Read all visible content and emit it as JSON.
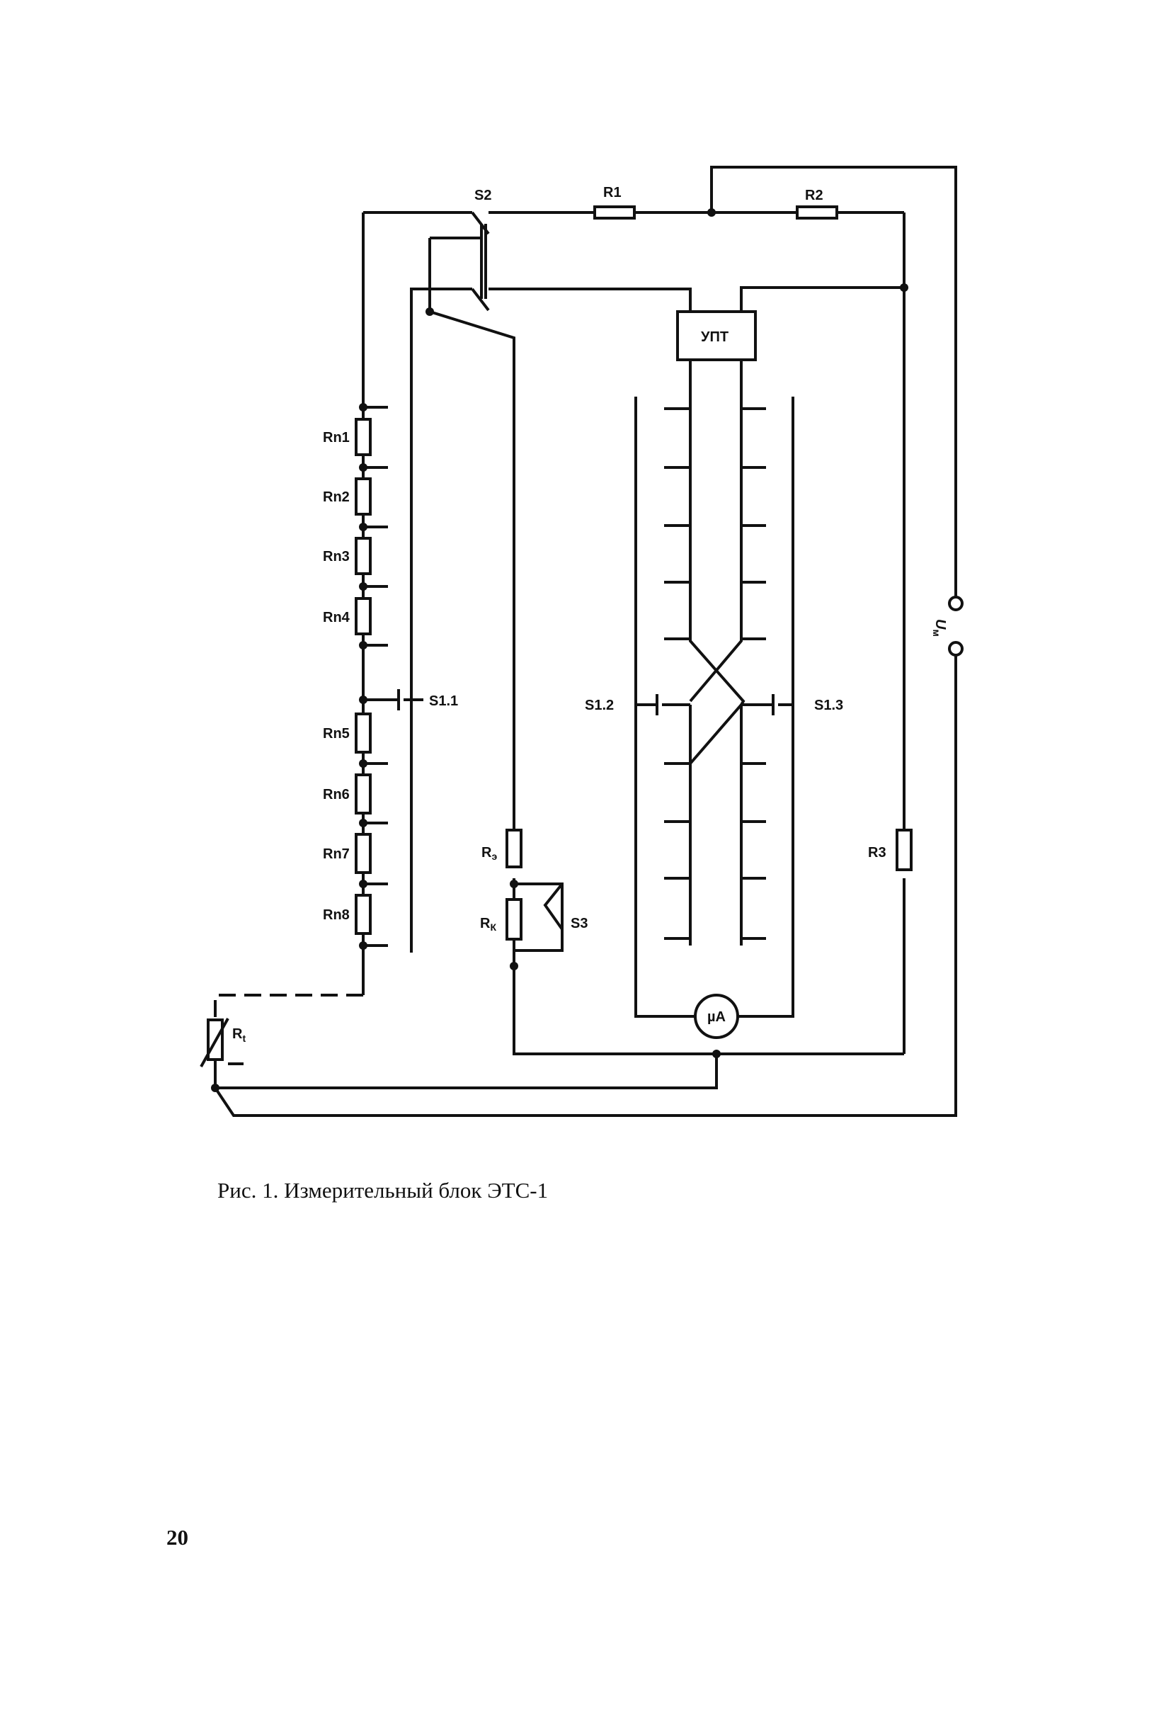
{
  "diagram": {
    "labels": {
      "s2": "S2",
      "r1": "R1",
      "r2": "R2",
      "upt": "УПТ",
      "rn1": "Rn1",
      "rn2": "Rn2",
      "rn3": "Rn3",
      "rn4": "Rn4",
      "rn5": "Rn5",
      "rn6": "Rn6",
      "rn7": "Rn7",
      "rn8": "Rn8",
      "s1_1": "S1.1",
      "s1_2": "S1.2",
      "s1_3": "S1.3",
      "r3": "R3",
      "re_main": "R",
      "re_sub": "э",
      "rk_main": "R",
      "rk_sub": "К",
      "s3": "S3",
      "rt_main": "R",
      "rt_sub": "t",
      "um_main": "U",
      "um_sub": "м",
      "meter": "µA"
    }
  },
  "caption": "Рис. 1. Измерительный блок ЭТС-1",
  "page_number": "20"
}
